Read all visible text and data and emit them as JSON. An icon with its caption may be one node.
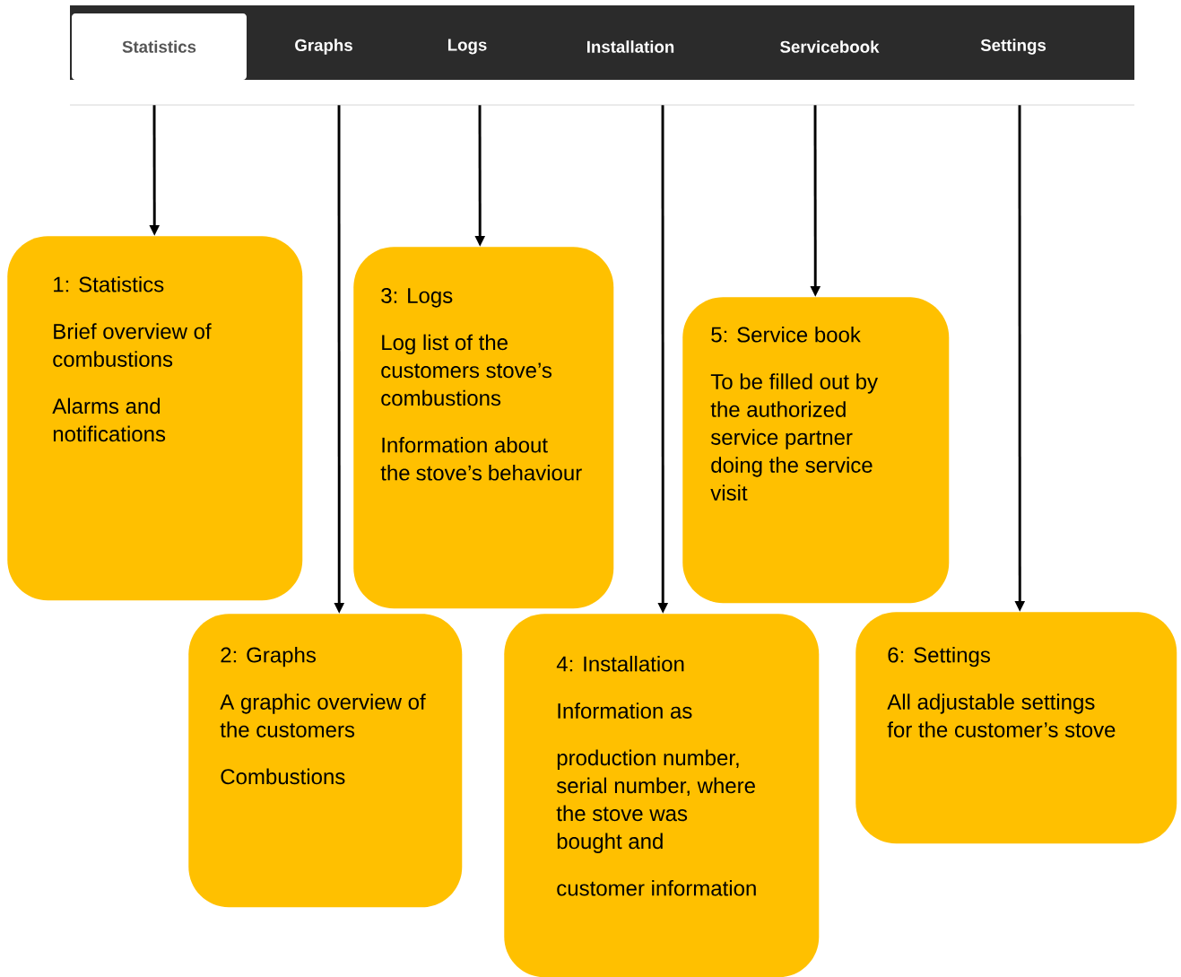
{
  "diagram": {
    "nodes": [
      {
        "text": [
          "Statistics"
        ]
      },
      {
        "text": [
          "Graphs"
        ]
      },
      {
        "text": [
          "Logs"
        ]
      },
      {
        "text": [
          "Installation"
        ]
      },
      {
        "text": [
          "Servicebook"
        ]
      },
      {
        "text": [
          "Settings"
        ]
      },
      {
        "text": [
          "1: Statistics",
          "Brief overview of combustions",
          "Alarms and notifications"
        ]
      },
      {
        "text": [
          "2: Graphs",
          "A graphic overview of the customers",
          "Combustions"
        ]
      },
      {
        "text": [
          "3: Logs",
          "Log list of the customers stove’s combustions",
          "Information about the stove’s behaviour"
        ]
      },
      {
        "text": [
          "4: Installation",
          "Information as",
          "production number, serial number, where the stove was bought and",
          "customer information"
        ]
      },
      {
        "text": [
          "5: Service book",
          "To be filled out by the authorized service partner doing the service visit"
        ]
      },
      {
        "text": [
          "6: Settings",
          "All adjustable settings for the customer’s stove"
        ]
      }
    ],
    "edges": [
      {
        "from": 0,
        "to": 6,
        "arrow": "to"
      },
      {
        "from": 1,
        "to": 7,
        "arrow": "to"
      },
      {
        "from": 2,
        "to": 8,
        "arrow": "to"
      },
      {
        "from": 3,
        "to": 9,
        "arrow": "to"
      },
      {
        "from": 4,
        "to": 10,
        "arrow": "to"
      },
      {
        "from": 5,
        "to": 11,
        "arrow": "to"
      }
    ]
  }
}
